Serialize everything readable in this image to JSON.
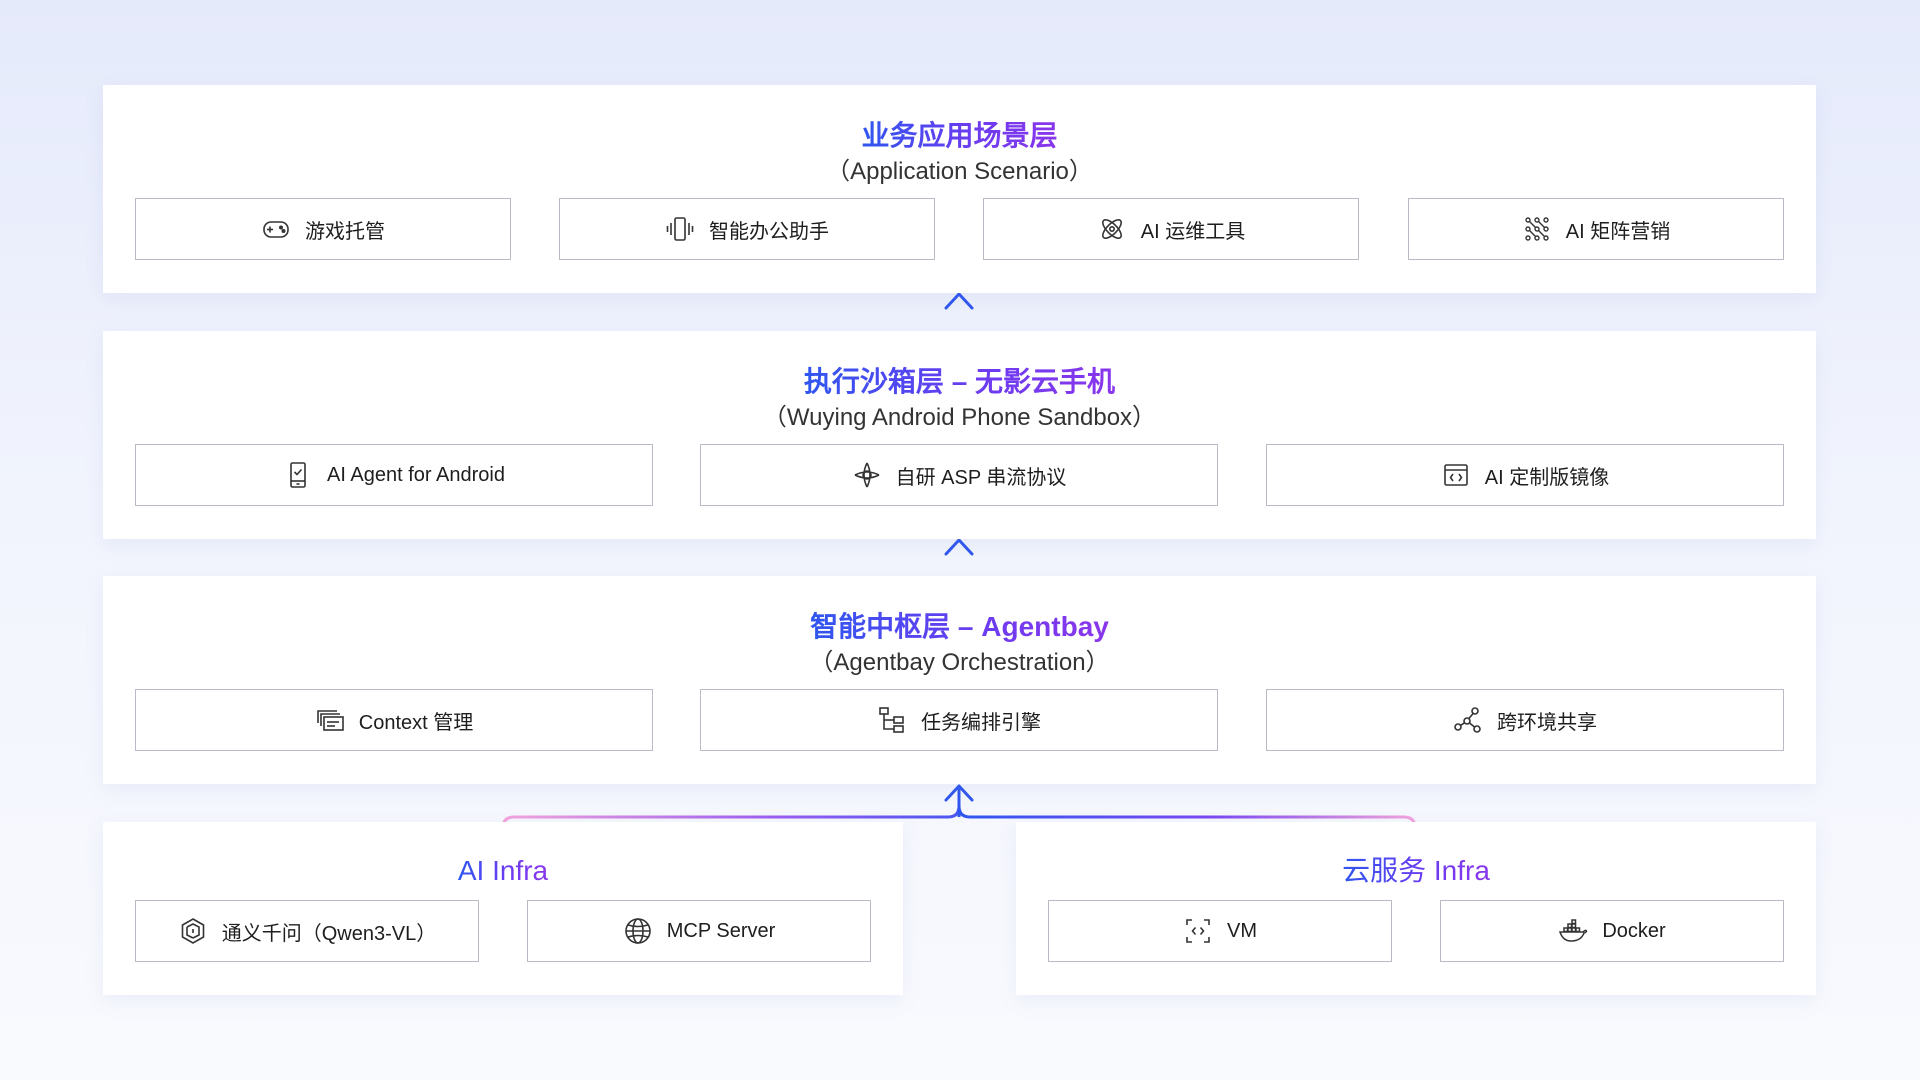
{
  "layers": [
    {
      "title": "业务应用场景层",
      "subtitle": "（Application Scenario）",
      "items": [
        {
          "label": "游戏托管",
          "icon": "gamepad-icon"
        },
        {
          "label": "智能办公助手",
          "icon": "vibrating-phone-icon"
        },
        {
          "label": "AI 运维工具",
          "icon": "atom-icon"
        },
        {
          "label": "AI 矩阵营销",
          "icon": "dot-matrix-icon"
        }
      ]
    },
    {
      "title": "执行沙箱层 – 无影云手机",
      "subtitle": "（Wuying Android Phone Sandbox）",
      "items": [
        {
          "label": "AI Agent for Android",
          "icon": "phone-check-icon"
        },
        {
          "label": "自研 ASP 串流协议",
          "icon": "flow-protocol-icon"
        },
        {
          "label": "AI 定制版镜像",
          "icon": "code-window-icon"
        }
      ]
    },
    {
      "title": "智能中枢层 – Agentbay",
      "subtitle": "（Agentbay Orchestration）",
      "items": [
        {
          "label": "Context 管理",
          "icon": "stacked-windows-icon"
        },
        {
          "label": "任务编排引擎",
          "icon": "tree-structure-icon"
        },
        {
          "label": "跨环境共享",
          "icon": "share-nodes-icon"
        }
      ]
    }
  ],
  "infra": [
    {
      "title": "AI Infra",
      "items": [
        {
          "label": "通义千问（Qwen3-VL）",
          "icon": "qwen-logo-icon"
        },
        {
          "label": "MCP Server",
          "icon": "globe-icon"
        }
      ]
    },
    {
      "title": "云服务 Infra",
      "items": [
        {
          "label": "VM",
          "icon": "vm-brackets-icon"
        },
        {
          "label": "Docker",
          "icon": "docker-whale-icon"
        }
      ]
    }
  ],
  "colors": {
    "title_gradient_start": "#2f56f0",
    "title_gradient_end": "#8a36ec",
    "arrow_blue": "#3a58e8",
    "connector_pink": "#ef8fd8",
    "card_border": "#b9bcc6",
    "panel_background": "#ffffff",
    "page_background_top": "#e5eafb"
  }
}
